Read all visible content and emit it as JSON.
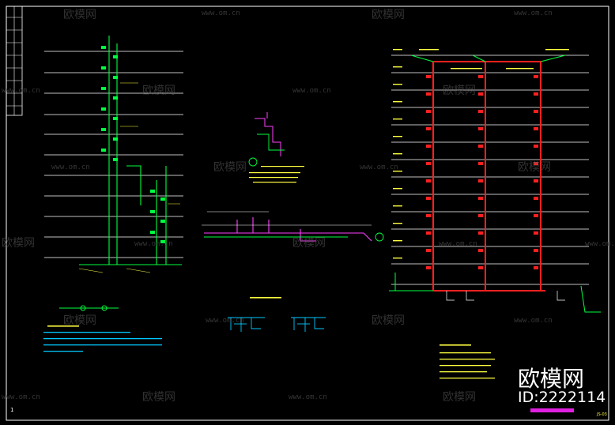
{
  "watermark": {
    "brand_name": "欧模网",
    "url": "www.om.cn"
  },
  "brand_badge": {
    "name": "欧模网",
    "id": "ID:2222114"
  },
  "sheet": {
    "page_number": "1",
    "drawing_number": "JS-03"
  },
  "colors": {
    "background": "#000000",
    "frame": "#ffffff",
    "floor_line": "#ffffff",
    "water_supply": "#00ff40",
    "fire_pipe": "#ff2020",
    "drain": "#ff40ff",
    "annotation": "#ffff40",
    "cyan_detail": "#00c8ff",
    "brand_underline": "#e020e0"
  }
}
